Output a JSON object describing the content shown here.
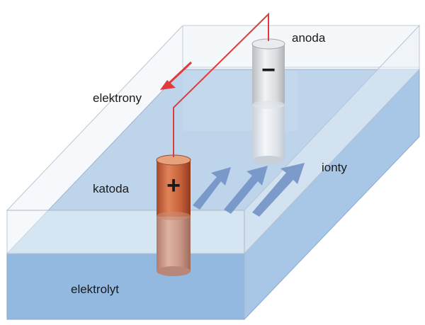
{
  "labels": {
    "anode": "anoda",
    "electrons": "elektrony",
    "cathode": "katoda",
    "ions": "ionty",
    "electrolyte": "elektrolyt"
  },
  "symbols": {
    "anode_sign": "−",
    "cathode_sign": "+"
  },
  "colors": {
    "electrolyte": "#a9c8e6",
    "cathode": "#c5623a",
    "anode": "#d4d6d9",
    "wire": "#e03a3a",
    "ion_arrow": "#6c8ec4"
  }
}
